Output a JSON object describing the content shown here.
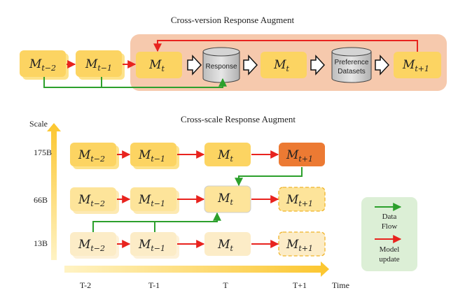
{
  "titles": {
    "cross_version": "Cross-version Response Augment",
    "cross_scale": "Cross-scale Response Augment"
  },
  "model_label": "M",
  "subscripts": {
    "t_minus_2": "t−2",
    "t_minus_1": "t−1",
    "t": "t",
    "t_plus_1": "t+1"
  },
  "top_flow": {
    "response": "Response",
    "preference_line1": "Preference",
    "preference_line2": "Datasets"
  },
  "axis": {
    "y_title": "Scale",
    "y_ticks": [
      "175B",
      "66B",
      "13B"
    ],
    "x_title": "Time",
    "x_ticks": [
      "T-2",
      "T-1",
      "T",
      "T+1"
    ]
  },
  "legend": {
    "data_flow_line1": "Data",
    "data_flow_line2": "Flow",
    "model_update_line1": "Model",
    "model_update_line2": "update"
  },
  "colors": {
    "data_flow": "#2ca02c",
    "model_update": "#e8231e",
    "highlight_panel": "#f6c9ad",
    "legend_bg": "#dcefd6",
    "box_175b": "#fcd462",
    "box_66b": "#fde49a",
    "box_13b": "#fcecc7",
    "box_target": "#ec7a33"
  }
}
